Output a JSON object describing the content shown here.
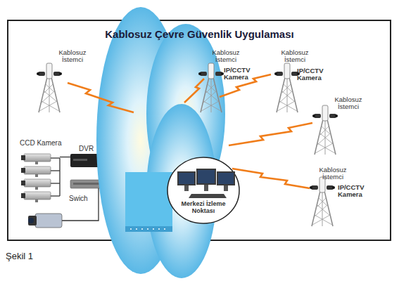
{
  "diagram": {
    "title": "Kablosuz Çevre Güvenlik Uygulaması",
    "caption": "Şekil 1",
    "nodes": [
      {
        "text": [
          "Kablosuz İstemci"
        ]
      },
      {
        "text": [
          "Kablosuz İstemci",
          "IP/CCTV Kamera"
        ]
      },
      {
        "text": [
          "Kablosuz İstemci",
          "IP/CCTV Kamera"
        ]
      },
      {
        "text": [
          "Kablosuz İstemci"
        ]
      },
      {
        "text": [
          "CCD Kamera"
        ]
      },
      {
        "text": [
          "DVR"
        ]
      },
      {
        "text": [
          "Merkezi İzleme Noktası"
        ]
      },
      {
        "text": [
          "Kablosuz İstemci",
          "IP/CCTV Kamera"
        ]
      },
      {
        "text": [
          "Swich"
        ]
      }
    ],
    "edges": [
      {
        "from": 4,
        "to": 5,
        "arrow": "none"
      }
    ]
  }
}
